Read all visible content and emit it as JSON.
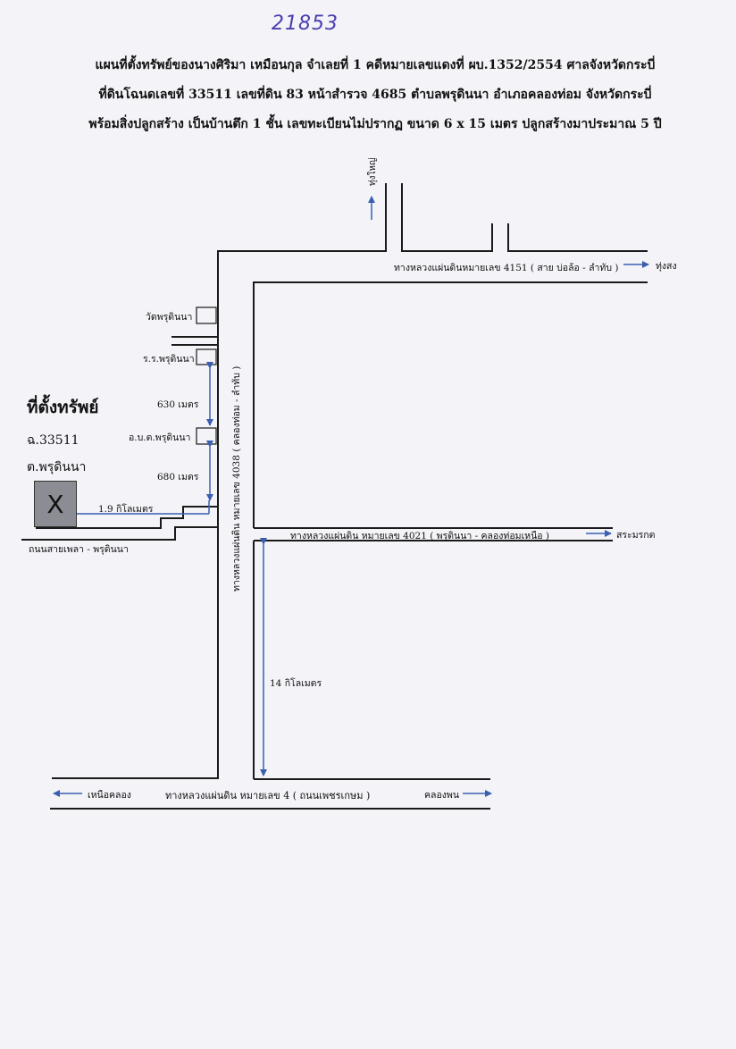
{
  "handwritten_number": "21853",
  "header": {
    "line1": "แผนที่ตั้งทรัพย์ของนางศิริมา  เหมือนกุล  จำเลยที่ 1 คดีหมายเลขแดงที่ ผบ.1352/2554  ศาลจังหวัดกระบี่",
    "line2": "ที่ดินโฉนดเลขที่ 33511  เลขที่ดิน 83  หน้าสำรวจ 4685  ตำบลพรุดินนา  อำเภอคลองท่อม  จังหวัดกระบี่",
    "line3": "พร้อมสิ่งปลูกสร้าง เป็นบ้านตึก 1 ชั้น เลขทะเบียนไม่ปรากฏ ขนาด 6  x 15 เมตร ปลูกสร้างมาประมาณ 5 ปี"
  },
  "property": {
    "title": "ที่ตั้งทรัพย์",
    "deed": "ฉ.33511",
    "subdistrict": "ต.พรุดินนา",
    "marker": "X"
  },
  "roads": {
    "road_4151": "ทางหลวงแผ่นดินหมายเลข 4151 ( สาย บ่อล้อ - ลำทับ )",
    "to_thung_song": "ทุ่งสง",
    "to_thung_yai": "ทุ่งใหญ่",
    "road_4038": "ทางหลวงแผ่นดิน หมายเลข 4038 ( คลองท่อม - ลำทับ )",
    "road_4021": "ทางหลวงแผ่นดิน หมายเลข 4021 ( พรุดินนา - คลองท่อมเหนือ )",
    "to_sa_morakot": "สระมรกต",
    "road_4": "ทางหลวงแผ่นดิน หมายเลข 4 ( ถนนเพชรเกษม )",
    "to_nuea_khlong": "เหนือคลอง",
    "to_khlong_phon": "คลองพน",
    "local_road": "ถนนสายเพลา - พรุดินนา"
  },
  "landmarks": {
    "temple": "วัดพรุดินนา",
    "school": "ร.ร.พรุดินนา",
    "health_station": "อ.บ.ต.พรุดินนา"
  },
  "distances": {
    "school_to_obt": "630 เมตร",
    "obt_to_junction": "680 เมตร",
    "junction_to_property": "1.9 กิโลเมตร",
    "junction_4021_to_hw4": "14 กิโลเมตร"
  },
  "colors": {
    "road_line": "#1a1a1a",
    "arrow": "#3a5fb0",
    "property_fill": "#8c8c95",
    "handwriting": "#4a3fb0"
  }
}
